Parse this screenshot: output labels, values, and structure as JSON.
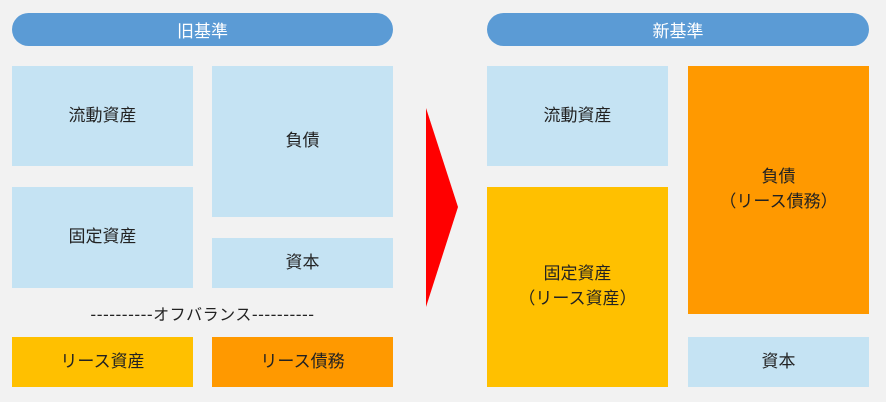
{
  "old": {
    "header": "旧基準",
    "current_assets": "流動資産",
    "fixed_assets": "固定資産",
    "liabilities": "負債",
    "capital": "資本",
    "off_balance": "----------オフバランス----------",
    "lease_assets": "リース資産",
    "lease_liabilities": "リース債務"
  },
  "new": {
    "header": "新基準",
    "current_assets": "流動資産",
    "fixed_assets_line1": "固定資産",
    "fixed_assets_line2": "（リース資産）",
    "liabilities_line1": "負債",
    "liabilities_line2": "（リース債務）",
    "capital": "資本"
  },
  "colors": {
    "header": "#5b9bd5",
    "light_box": "#c5e3f3",
    "lease_asset": "#ffc000",
    "lease_liability": "#ff9900",
    "arrow": "#ff0000",
    "background": "#f2f2f2"
  }
}
